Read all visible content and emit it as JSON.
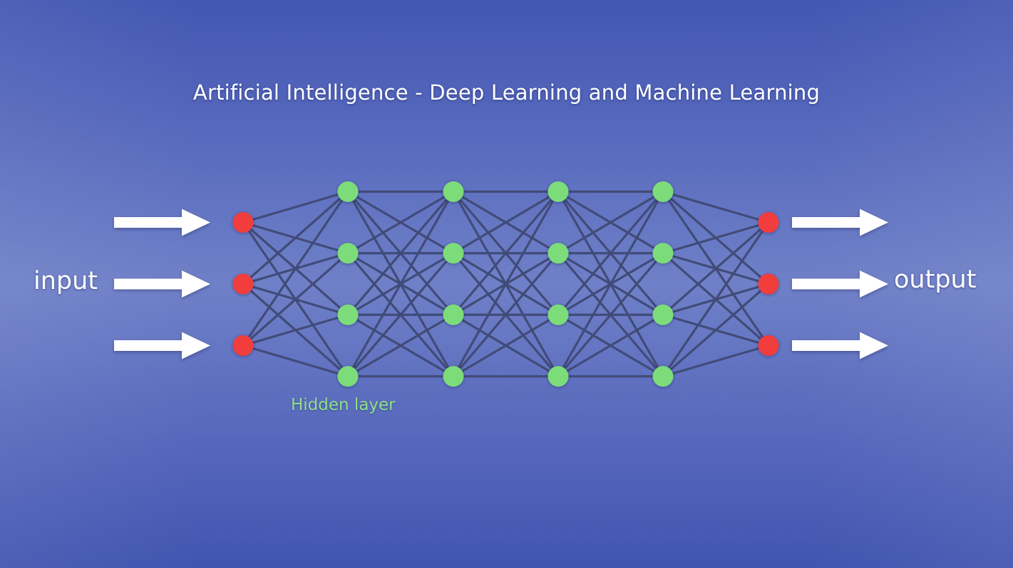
{
  "title": "Artificial Intelligence - Deep Learning and Machine Learning",
  "labels": {
    "input": "input",
    "output": "output",
    "hidden_layer": "Hidden layer"
  },
  "network": {
    "layers": [
      {
        "role": "input",
        "nodes": 3
      },
      {
        "role": "hidden",
        "nodes": 4
      },
      {
        "role": "hidden",
        "nodes": 4
      },
      {
        "role": "hidden",
        "nodes": 4
      },
      {
        "role": "hidden",
        "nodes": 4
      },
      {
        "role": "output",
        "nodes": 3
      }
    ],
    "input_arrows": 3,
    "output_arrows": 3
  },
  "colors": {
    "io_node": "#f23c3c",
    "hidden_node": "#7ddc7a",
    "edge": "#414b78",
    "arrow": "#ffffff",
    "hidden_label": "#8fe08a"
  },
  "icons": {
    "arrow": "right-arrow-icon"
  }
}
